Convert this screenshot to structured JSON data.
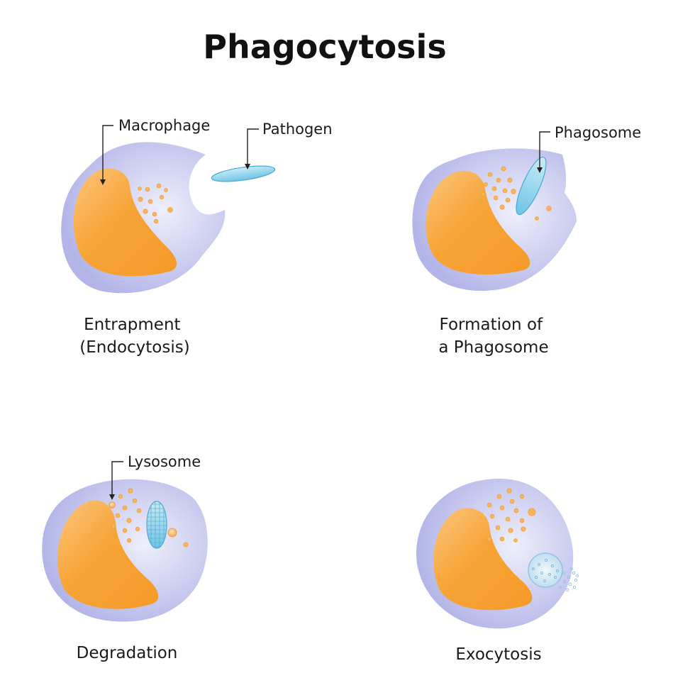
{
  "title": "Phagocytosis",
  "colors": {
    "cytoplasm": "#b7b9ea",
    "cytoplasm_center": "#eeeffb",
    "nucleus": "#f7a437",
    "nucleus_light": "#fcc57c",
    "granule": "#f7b45a",
    "pathogen": "#8fd3ea",
    "pathogen_edge": "#4aa9cf",
    "debris": "#b6def0"
  },
  "stages": [
    {
      "label_lines": [
        "Entrapment",
        "(Endocytosis)"
      ],
      "callouts": [
        "Macrophage",
        "Pathogen"
      ]
    },
    {
      "label_lines": [
        "Formation of",
        "a Phagosome"
      ],
      "callouts": [
        "Phagosome"
      ]
    },
    {
      "label_lines": [
        "Degradation"
      ],
      "callouts": [
        "Lysosome"
      ]
    },
    {
      "label_lines": [
        "Exocytosis"
      ],
      "callouts": []
    }
  ]
}
